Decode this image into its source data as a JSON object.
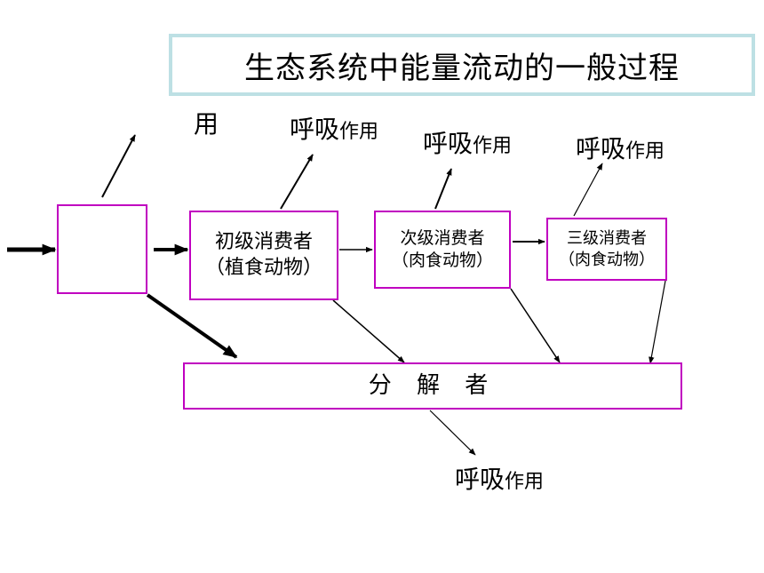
{
  "title": "生态系统中能量流动的一般过程",
  "producer": {
    "label": ""
  },
  "primary_consumer": {
    "line1": "初级消费者",
    "line2": "（植食动物）"
  },
  "secondary_consumer": {
    "line1": "次级消费者",
    "line2": "（肉食动物）"
  },
  "tertiary_consumer": {
    "line1": "三级消费者",
    "line2": "（肉食动物）"
  },
  "decomposer": {
    "label": "分 解 者"
  },
  "respiration_labels": [
    {
      "main": "呼吸",
      "suffix": "作用"
    },
    {
      "main": "呼吸",
      "suffix": "作用"
    },
    {
      "main": "呼吸",
      "suffix": "作用"
    },
    {
      "main": "呼吸",
      "suffix": "作用"
    }
  ],
  "partial_label": "用",
  "colors": {
    "node_border": "#c000c0",
    "title_border": "#bde0e4",
    "arrow": "#000000"
  }
}
